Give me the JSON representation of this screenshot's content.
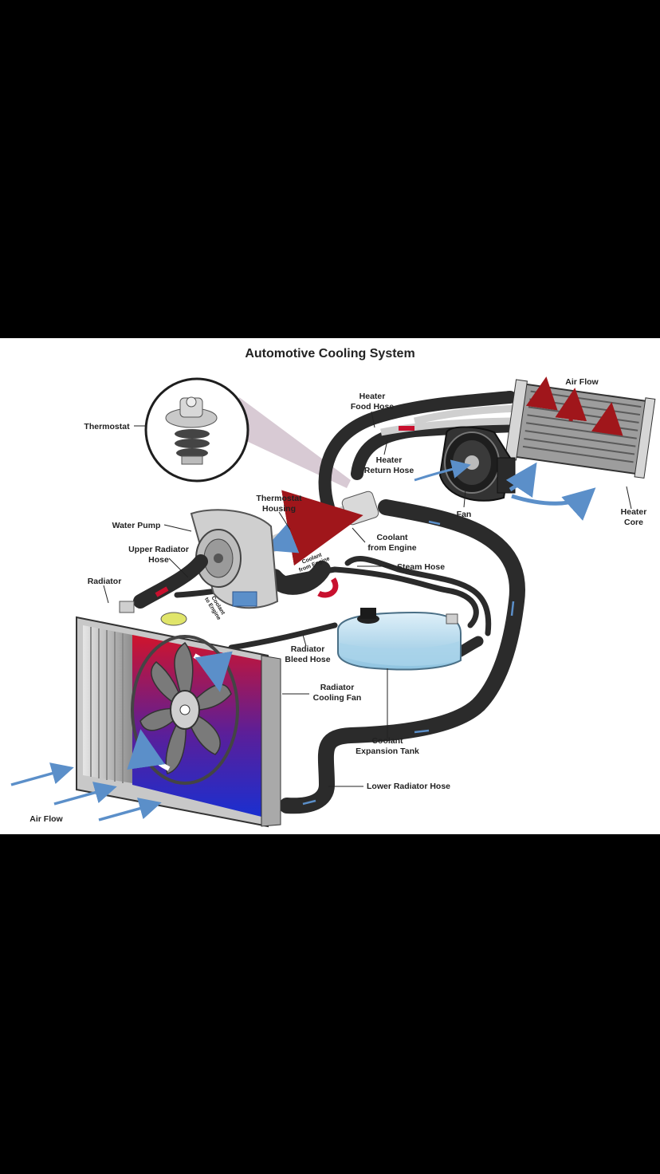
{
  "title": "Automotive Cooling System",
  "labels": {
    "thermostat": "Thermostat",
    "heater_food_hose": [
      "Heater",
      "Food Hose"
    ],
    "air_flow_top": "Air Flow",
    "heater_return_hose": [
      "Heater",
      "Return Hose"
    ],
    "fan": "Fan",
    "heater_core": [
      "Heater",
      "Core"
    ],
    "thermostat_housing": [
      "Thermostat",
      "Housing"
    ],
    "water_pump": "Water Pump",
    "coolant_from_engine": [
      "Coolant",
      "from Engine"
    ],
    "upper_radiator_hose": [
      "Upper Radiator",
      "Hose"
    ],
    "steam_hose": "Steam Hose",
    "radiator": "Radiator",
    "coolant_from_engine_small": [
      "Coolant",
      "from Engine"
    ],
    "coolant_to_engine_small": [
      "Coolant",
      "to Engine"
    ],
    "radiator_bleed_hose": [
      "Radiator",
      "Bleed Hose"
    ],
    "radiator_cooling_fan": [
      "Radiator",
      "Cooling Fan"
    ],
    "coolant_expansion_tank": [
      "Coolant",
      "Expansion Tank"
    ],
    "lower_radiator_hose": "Lower Radiator Hose",
    "air_flow_bottom": "Air Flow"
  },
  "colors": {
    "hot_coolant": "#c8102e",
    "cold_coolant": "#1a2fd0",
    "air_arrow": "#5b8fc9",
    "hot_air_arrow": "#a0161b",
    "tank_fluid": "#a9d3ea",
    "hose": "#2b2b2b"
  }
}
